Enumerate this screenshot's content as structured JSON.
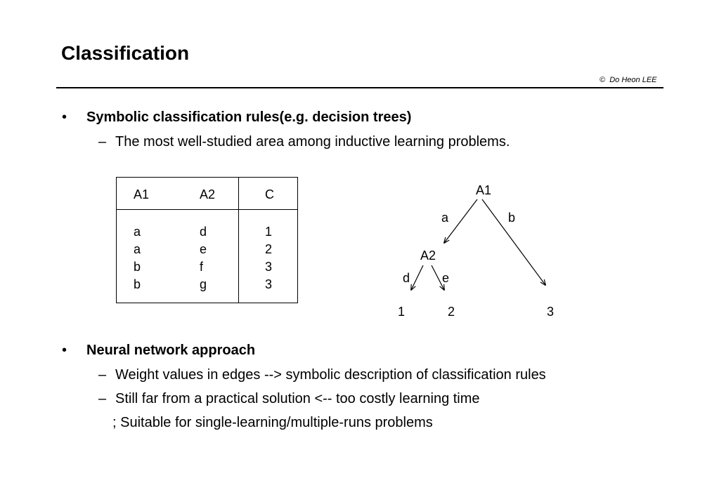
{
  "title": "Classification",
  "author": "Do Heon LEE",
  "copyright_symbol": "©",
  "bullets": [
    {
      "mark": "•",
      "heading": "Symbolic classification rules(e.g. decision trees)",
      "subs": [
        {
          "dash": "–",
          "text": "The most well-studied area among inductive learning problems."
        }
      ]
    },
    {
      "mark": "•",
      "heading": "Neural network approach",
      "subs": [
        {
          "dash": "–",
          "text": "Weight values in edges --> symbolic description of classification rules"
        },
        {
          "dash": "–",
          "text": "Still far from a practical solution <-- too costly learning time"
        },
        {
          "dash": "",
          "text": "; Suitable for single-learning/multiple-runs problems"
        }
      ]
    }
  ],
  "table": {
    "headers": [
      "A1",
      "A2",
      "C"
    ],
    "rows": [
      [
        "a",
        "d",
        "1"
      ],
      [
        "a",
        "e",
        "2"
      ],
      [
        "b",
        "f",
        "3"
      ],
      [
        "b",
        "g",
        "3"
      ]
    ]
  },
  "tree": {
    "root": "A1",
    "branch_a": "a",
    "branch_b": "b",
    "child": "A2",
    "branch_d": "d",
    "branch_e": "e",
    "leaf_1": "1",
    "leaf_2": "2",
    "leaf_3": "3"
  }
}
